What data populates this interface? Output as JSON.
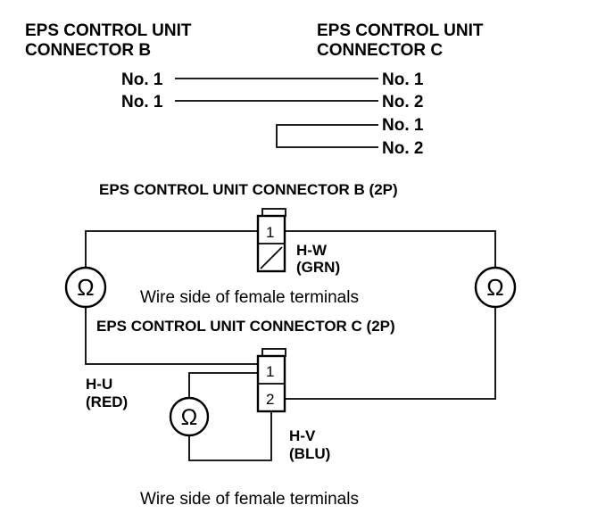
{
  "top_left_header": {
    "line1": "EPS CONTROL UNIT",
    "line2": "CONNECTOR B"
  },
  "top_right_header": {
    "line1": "EPS CONTROL UNIT",
    "line2": "CONNECTOR C"
  },
  "pin_map": {
    "rows": [
      {
        "left": "No. 1",
        "right": "No. 1"
      },
      {
        "left": "No. 1",
        "right": "No. 2"
      },
      {
        "left": "",
        "right": "No. 1"
      },
      {
        "left": "",
        "right": "No. 2"
      }
    ]
  },
  "connector_b": {
    "title": "EPS CONTROL UNIT CONNECTOR B (2P)",
    "terminal": "1",
    "wire_label": "H-W",
    "wire_color": "(GRN)"
  },
  "caption_b": "Wire side of female terminals",
  "connector_c": {
    "title": "EPS CONTROL UNIT CONNECTOR C (2P)",
    "terminal_1": "1",
    "terminal_2": "2",
    "wire_u_label": "H-U",
    "wire_u_color": "(RED)",
    "wire_v_label": "H-V",
    "wire_v_color": "(BLU)"
  },
  "caption_c": "Wire side of female terminals",
  "ohmmeter_symbol": "Ω"
}
